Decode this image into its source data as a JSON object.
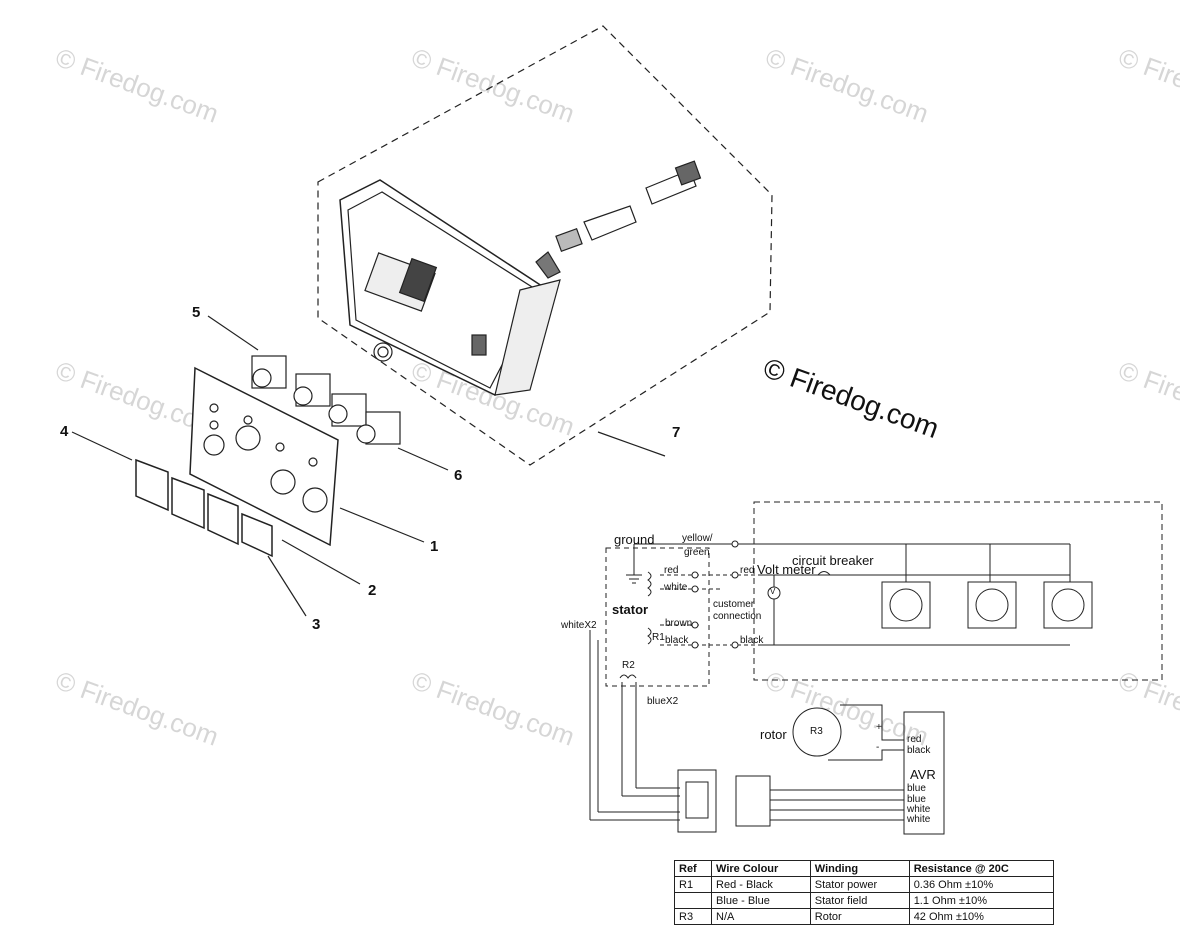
{
  "watermark": {
    "text": "© Firedog.com",
    "main_text": "© Firedog.com"
  },
  "callouts": [
    "1",
    "2",
    "3",
    "4",
    "5",
    "6",
    "7"
  ],
  "wiring": {
    "ground": "ground",
    "yellow": "yellow/",
    "green": "green",
    "red_stator": "red",
    "white_stator": "white",
    "red_out": "red",
    "volt_meter": "Volt meter",
    "circuit_breaker": "circuit breaker",
    "v_symbol": "V",
    "stator": "stator",
    "customer": "customer",
    "connection": "connection",
    "brown": "brown",
    "black_stator": "black",
    "black_out": "black",
    "white_x2": "whiteX2",
    "r1": "R1",
    "r2": "R2",
    "blue_x2": "blueX2",
    "rotor": "rotor",
    "r3": "R3",
    "avr": "AVR",
    "avr_pins": [
      "red",
      "black",
      "blue",
      "blue",
      "white",
      "white"
    ],
    "plus": "+",
    "minus": "-"
  },
  "table": {
    "headers": [
      "Ref",
      "Wire Colour",
      "Winding",
      "Resistance @ 20C"
    ],
    "rows": [
      [
        "R1",
        "Red - Black",
        "Stator power",
        "0.36 Ohm ±10%"
      ],
      [
        "",
        "Blue - Blue",
        "Stator field",
        "1.1 Ohm ±10%"
      ],
      [
        "R3",
        "N/A",
        "Rotor",
        "42 Ohm ±10%"
      ]
    ]
  }
}
